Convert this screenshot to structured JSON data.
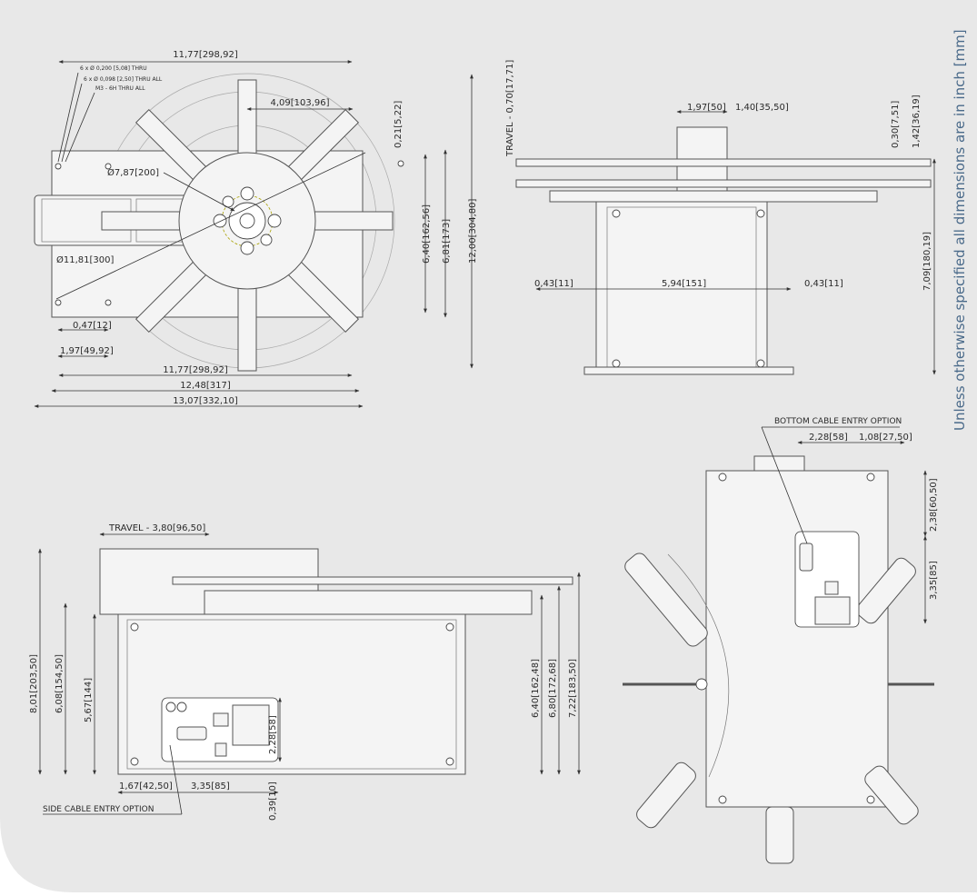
{
  "note": "Unless otherwise specified all dimensions are in inch [mm]",
  "colors": {
    "background": "#e8e8e8",
    "ink": "#2a2a2a",
    "note_text": "#4a6a8a"
  },
  "top_view": {
    "width_top": "11,77",
    "width_top_mm": "298,92",
    "hole_note_1": "6 x Ø 0,200 [5,08] THRU",
    "hole_note_2": "6 x Ø 0,098 [2,50] THRU ALL",
    "hole_note_3": "M3 - 6H THRU ALL",
    "arm_offset": "4,09",
    "arm_offset_mm": "103,96",
    "edge_gap": "0,21",
    "edge_gap_mm": "5,22",
    "bolt_circle": "Ø7,87",
    "bolt_circle_mm": "200",
    "disc_dia": "Ø11,81",
    "disc_dia_mm": "300",
    "hole_x1": "0,47",
    "hole_x1_mm": "12",
    "hole_x2": "1,97",
    "hole_x2_mm": "49,92",
    "width_bottom": "11,77",
    "width_bottom_mm": "298,92",
    "width_mid": "12,48",
    "width_mid_mm": "317",
    "width_overall": "13,07",
    "width_overall_mm": "332,10",
    "h1": "6,40",
    "h1_mm": "162,56",
    "h2": "6,81",
    "h2_mm": "173",
    "h3": "12,00",
    "h3_mm": "304,80"
  },
  "front_view": {
    "travel": "TRAVEL - 0,70",
    "travel_mm": "17,71",
    "d1": "1,97",
    "d1_mm": "50",
    "d2": "1,40",
    "d2_mm": "35,50",
    "d3": "0,30",
    "d3_mm": "7,51",
    "d4": "1,42",
    "d4_mm": "36,19",
    "left": "0,43",
    "left_mm": "11",
    "mid": "5,94",
    "mid_mm": "151",
    "right": "0,43",
    "right_mm": "11",
    "height": "7,09",
    "height_mm": "180,19"
  },
  "side_view": {
    "travel": "TRAVEL - 3,80",
    "travel_mm": "96,50",
    "h1": "8,01",
    "h1_mm": "203,50",
    "h2": "6,08",
    "h2_mm": "154,50",
    "h3": "5,67",
    "h3_mm": "144",
    "r1": "6,40",
    "r1_mm": "162,48",
    "r2": "6,80",
    "r2_mm": "172,68",
    "r3": "7,22",
    "r3_mm": "183,50",
    "conn_h": "2,28",
    "conn_h_mm": "58",
    "conn_off": "0,39",
    "conn_off_mm": "10",
    "b1": "1,67",
    "b1_mm": "42,50",
    "b2": "3,35",
    "b2_mm": "85",
    "cable_label": "SIDE CABLE ENTRY OPTION"
  },
  "bottom_view": {
    "cable_label": "BOTTOM   CABLE ENTRY OPTION",
    "w1": "2,28",
    "w1_mm": "58",
    "w2": "1,08",
    "w2_mm": "27,50",
    "h1": "2,38",
    "h1_mm": "60,50",
    "h2": "3,35",
    "h2_mm": "85"
  }
}
